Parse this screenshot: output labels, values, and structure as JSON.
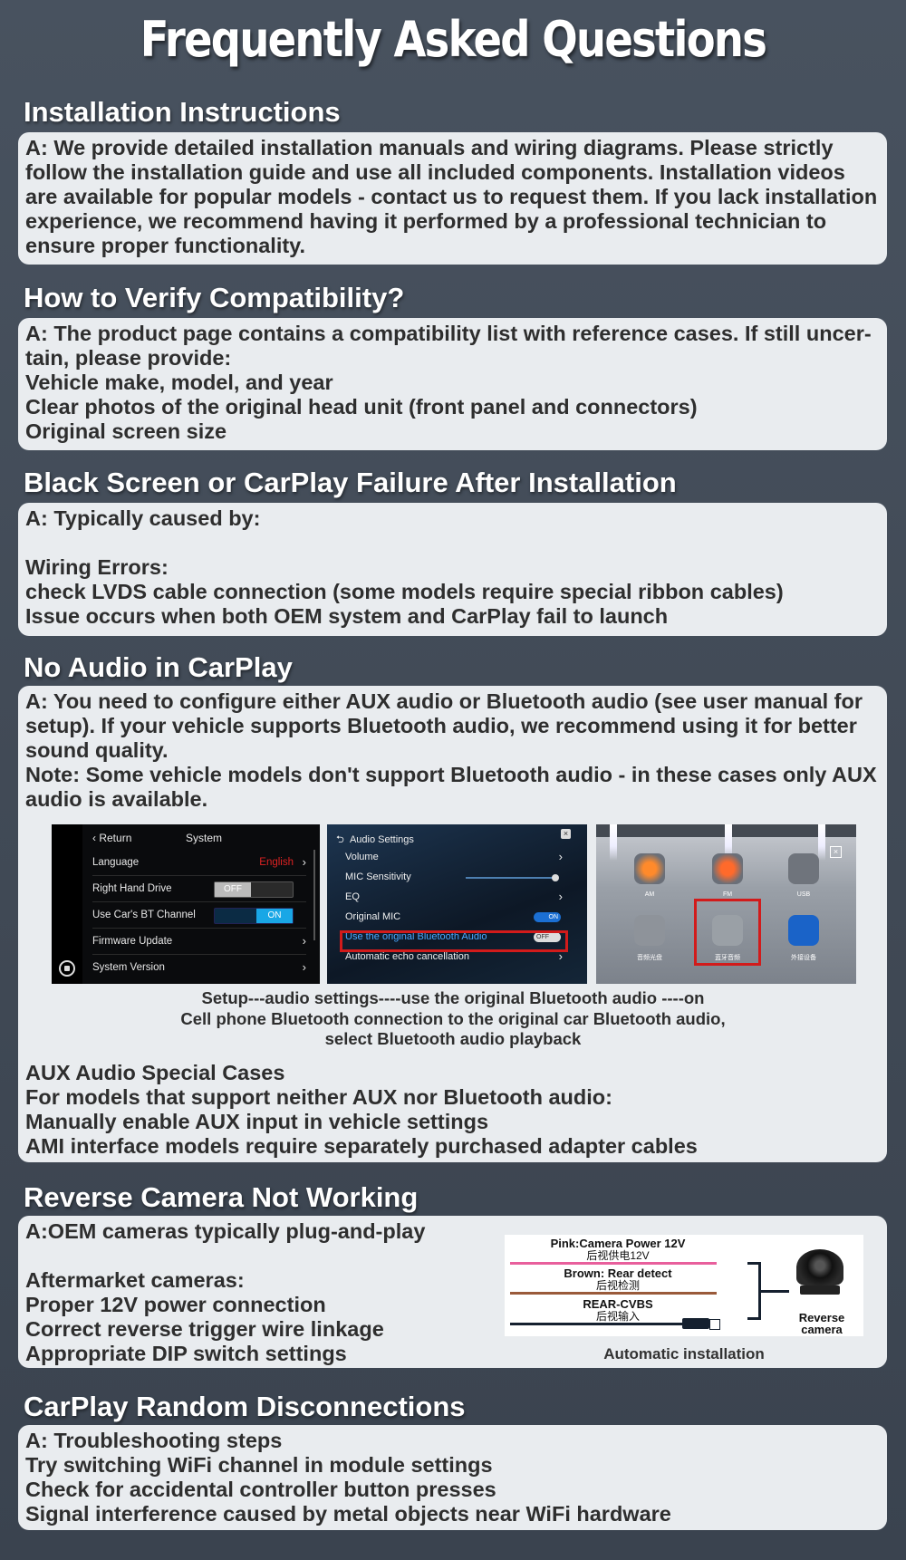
{
  "title": "Frequently Asked Questions",
  "sections": [
    {
      "title": "Installation Instructions",
      "lines": [
        "A: We provide detailed installation manuals and wiring diagrams. Please strictly",
        "follow the installation guide and use all included components. Installation videos",
        "are available for popular models - contact us to request them. If you lack installation",
        "experience, we recommend having it performed by a professional technician to",
        "ensure proper functionality."
      ]
    },
    {
      "title": "How to Verify Compatibility?",
      "lines": [
        "A: The product page contains a compatibility list with reference cases. If still uncer-",
        "tain, please provide:",
        "Vehicle make, model, and year",
        "Clear photos of the original head unit (front panel and connectors)",
        "Original screen size"
      ]
    },
    {
      "title": "Black Screen or CarPlay Failure After Installation",
      "lines": [
        "A: Typically caused by:",
        "",
        "Wiring Errors:",
        "check LVDS cable connection (some models require special ribbon cables)",
        "Issue occurs when both OEM system and CarPlay fail to launch"
      ]
    },
    {
      "title": "No Audio in CarPlay",
      "lines": [
        "A: You need to configure either AUX audio or Bluetooth audio (see user manual for",
        "setup). If your vehicle supports Bluetooth audio, we recommend using it for better",
        "sound quality.",
        "Note: Some vehicle models don't support Bluetooth audio - in these cases only AUX",
        "audio is available."
      ],
      "caption": [
        "Setup---audio settings----use the original Bluetooth audio ----on",
        "Cell phone Bluetooth connection to the original car Bluetooth audio,",
        "select Bluetooth audio playback"
      ],
      "lines_after": [
        "AUX Audio Special Cases",
        "For models that support neither AUX nor Bluetooth audio:",
        "Manually enable AUX input in vehicle settings",
        "AMI interface models require separately purchased adapter cables"
      ],
      "shot1": {
        "back": "Return",
        "title": "System",
        "rows": [
          "Language",
          "Right Hand Drive",
          "Use Car's BT Channel",
          "Firmware Update",
          "System Version"
        ],
        "language_value": "English",
        "off_label": "OFF",
        "on_label": "ON"
      },
      "shot2": {
        "title": "Audio Settings",
        "rows": [
          "Volume",
          "MIC Sensitivity",
          "EQ",
          "Original MIC",
          "Use the original Bluetooth Audio",
          "Automatic echo cancellation"
        ],
        "on_label": "ON",
        "off_label": "OFF"
      },
      "shot3": {
        "labels": [
          "AM",
          "FM",
          "USB",
          "音频光盘",
          "蓝牙音频",
          "外接设备"
        ]
      }
    },
    {
      "title": "Reverse Camera Not Working",
      "lines": [
        "A:OEM cameras typically plug-and-play",
        "",
        "Aftermarket cameras:",
        "Proper 12V power connection",
        "Correct reverse trigger wire linkage",
        "Appropriate DIP switch settings"
      ],
      "diagram": {
        "wire1": "Pink:Camera Power 12V",
        "wire1_cn": "后视供电12V",
        "wire2": "Brown: Rear detect",
        "wire2_cn": "后视检测",
        "wire3": "REAR-CVBS",
        "wire3_cn": "后视输入",
        "camera_label": "Reverse camera",
        "caption": "Automatic installation",
        "colors": {
          "pink": "#e85f9c",
          "brown": "#9a5a3a",
          "black": "#15202f"
        }
      }
    },
    {
      "title": "CarPlay Random Disconnections",
      "lines": [
        "A: Troubleshooting steps",
        "Try switching WiFi channel in module settings",
        "Check for accidental controller button presses",
        "Signal interference caused by metal objects near WiFi hardware"
      ]
    }
  ]
}
